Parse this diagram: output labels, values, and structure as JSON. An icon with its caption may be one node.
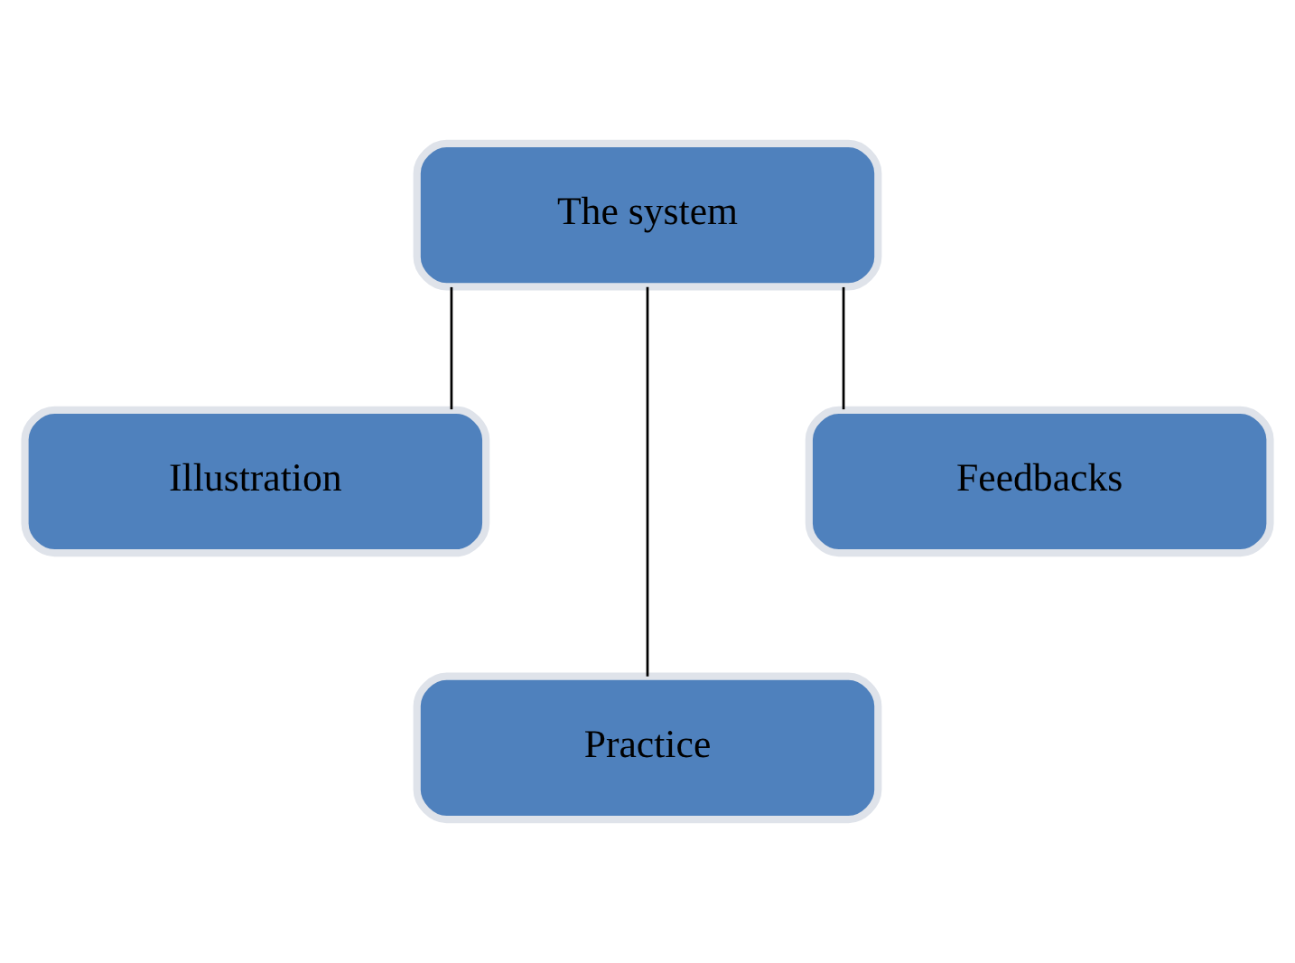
{
  "diagram": {
    "nodes": [
      {
        "text": [
          "The system"
        ]
      },
      {
        "text": [
          "Illustration"
        ]
      },
      {
        "text": [
          "Practice"
        ]
      },
      {
        "text": [
          "Feedbacks"
        ]
      }
    ],
    "edges": [
      {
        "from": 0,
        "to": 1,
        "arrow": "none"
      },
      {
        "from": 0,
        "to": 2,
        "arrow": "none"
      },
      {
        "from": 0,
        "to": 3,
        "arrow": "none"
      }
    ]
  }
}
